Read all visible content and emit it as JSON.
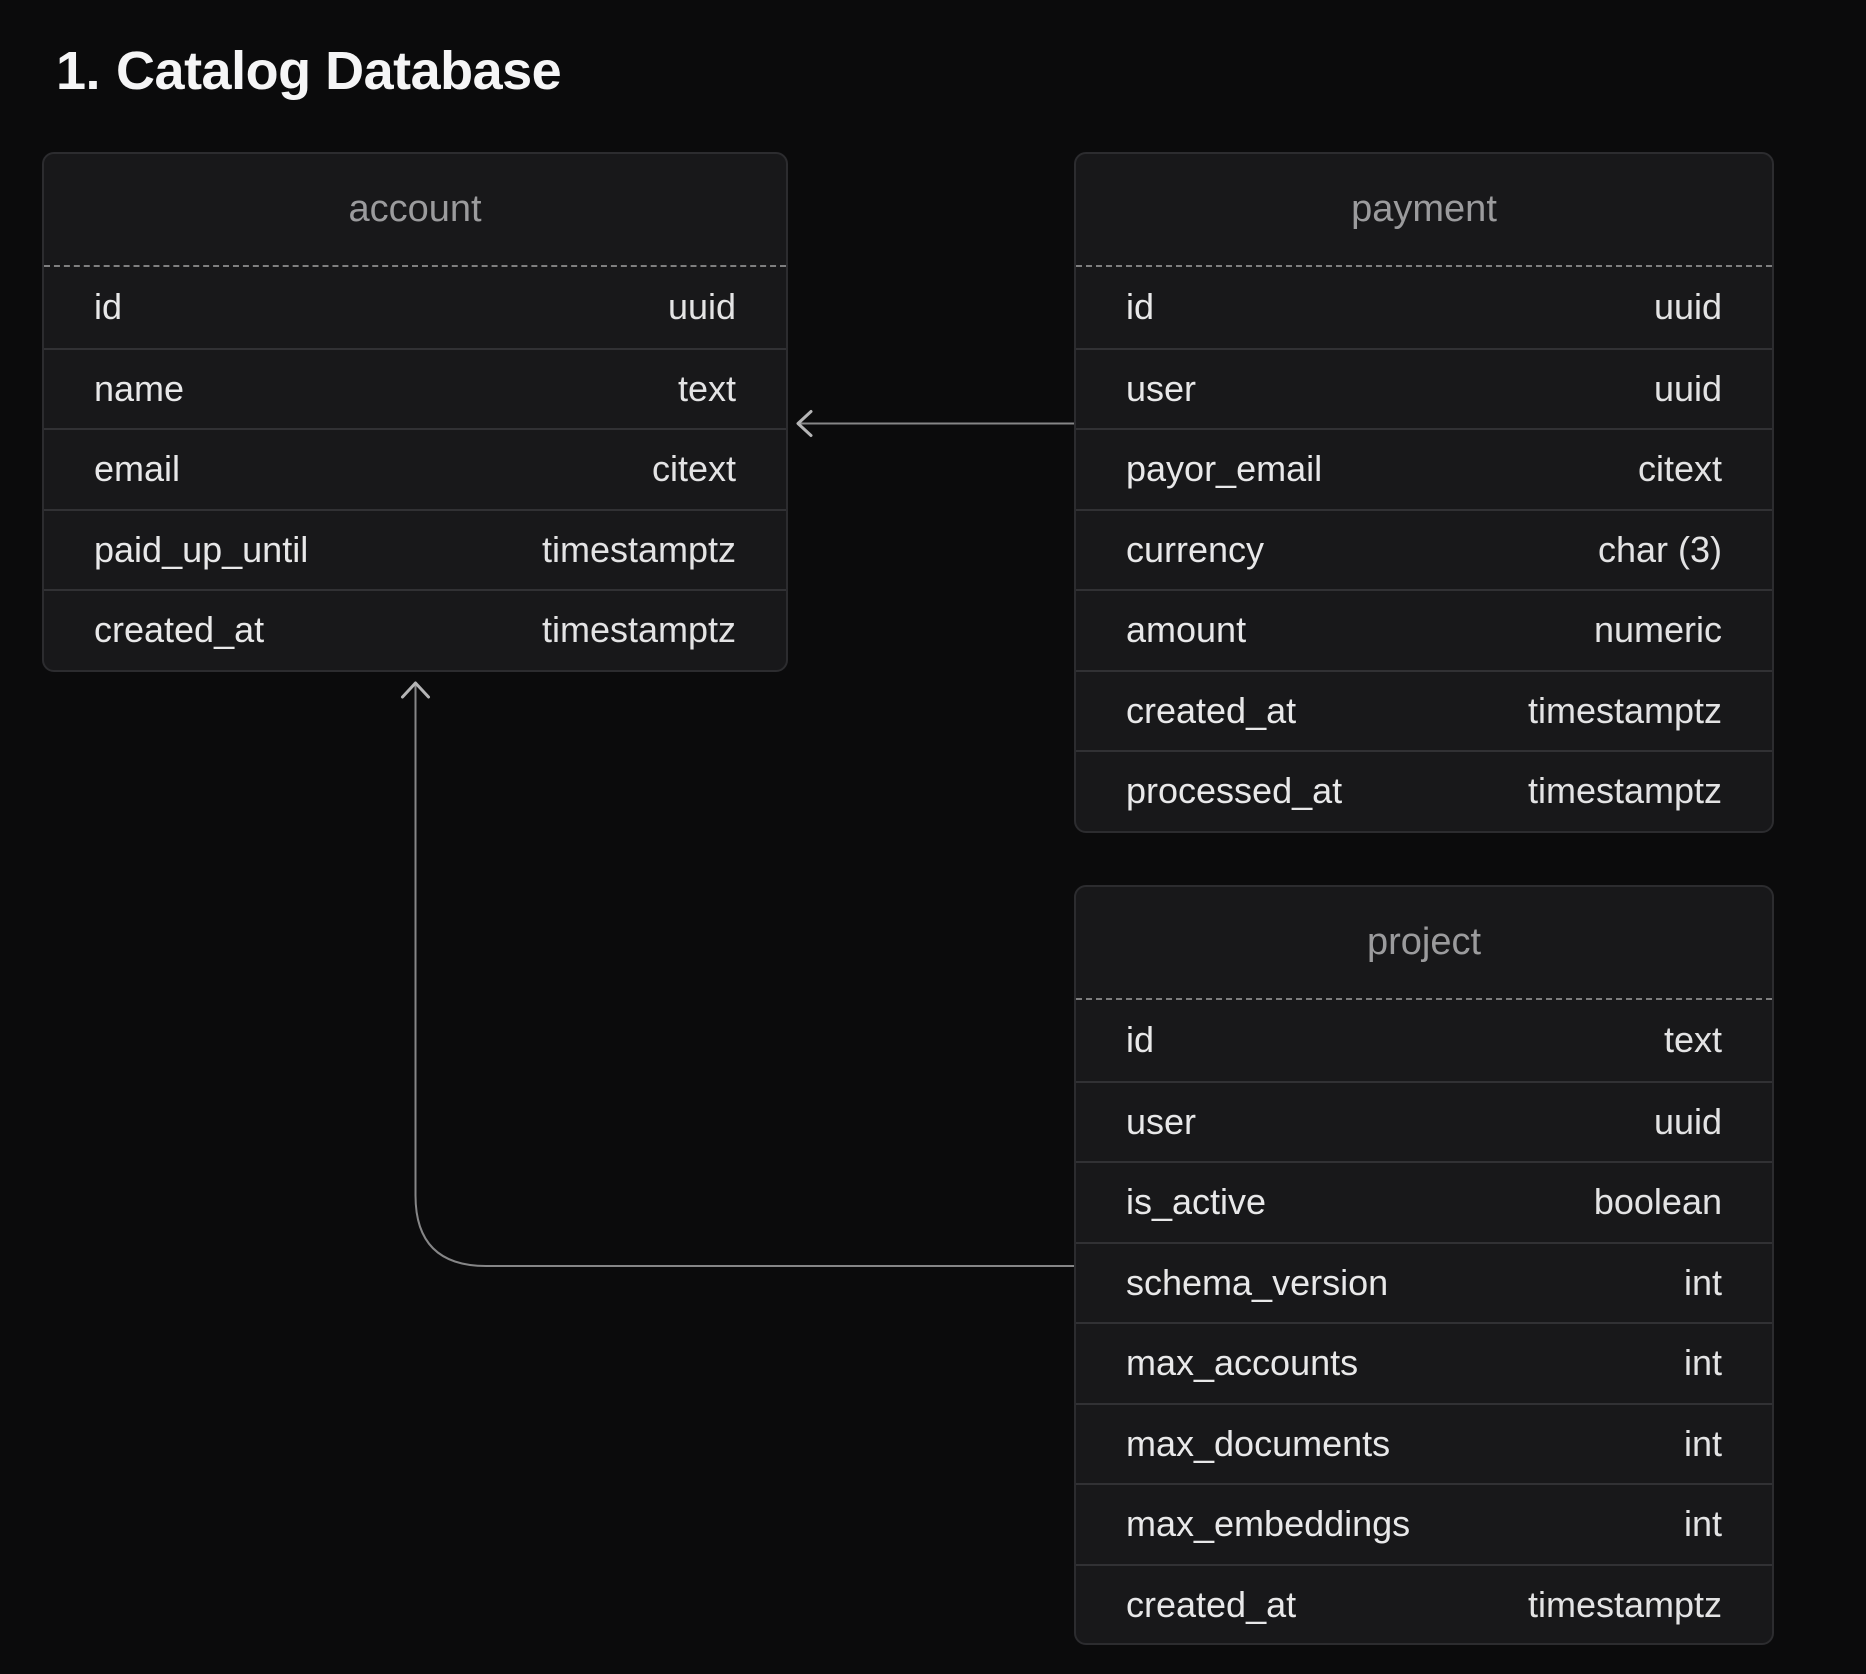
{
  "title": {
    "number": "1.",
    "text": "Catalog Database"
  },
  "colors": {
    "page_bg": "#0b0b0c",
    "card_bg": "#18181a",
    "card_border": "#2c2c2f",
    "row_divider": "#313134",
    "header_divider_dashed": "#7f7f80",
    "table_title_text": "#9b9b9d",
    "field_text": "#e8e8e9",
    "type_text": "#e3e3e4",
    "heading_text": "#f5f5f6",
    "relation_line": "#868687",
    "arrowhead": "#b5b5b6"
  },
  "tables": [
    {
      "name": "account",
      "columns": [
        {
          "name": "id",
          "type": "uuid"
        },
        {
          "name": "name",
          "type": "text"
        },
        {
          "name": "email",
          "type": "citext"
        },
        {
          "name": "paid_up_until",
          "type": "timestamptz"
        },
        {
          "name": "created_at",
          "type": "timestamptz"
        }
      ]
    },
    {
      "name": "payment",
      "columns": [
        {
          "name": "id",
          "type": "uuid"
        },
        {
          "name": "user",
          "type": "uuid"
        },
        {
          "name": "payor_email",
          "type": "citext"
        },
        {
          "name": "currency",
          "type": "char (3)"
        },
        {
          "name": "amount",
          "type": "numeric"
        },
        {
          "name": "created_at",
          "type": "timestamptz"
        },
        {
          "name": "processed_at",
          "type": "timestamptz"
        }
      ]
    },
    {
      "name": "project",
      "columns": [
        {
          "name": "id",
          "type": "text"
        },
        {
          "name": "user",
          "type": "uuid"
        },
        {
          "name": "is_active",
          "type": "boolean"
        },
        {
          "name": "schema_version",
          "type": "int"
        },
        {
          "name": "max_accounts",
          "type": "int"
        },
        {
          "name": "max_documents",
          "type": "int"
        },
        {
          "name": "max_embeddings",
          "type": "int"
        },
        {
          "name": "created_at",
          "type": "timestamptz"
        }
      ]
    }
  ],
  "relations": [
    {
      "from_table": "payment",
      "to_table": "account"
    },
    {
      "from_table": "project",
      "to_table": "account"
    }
  ]
}
